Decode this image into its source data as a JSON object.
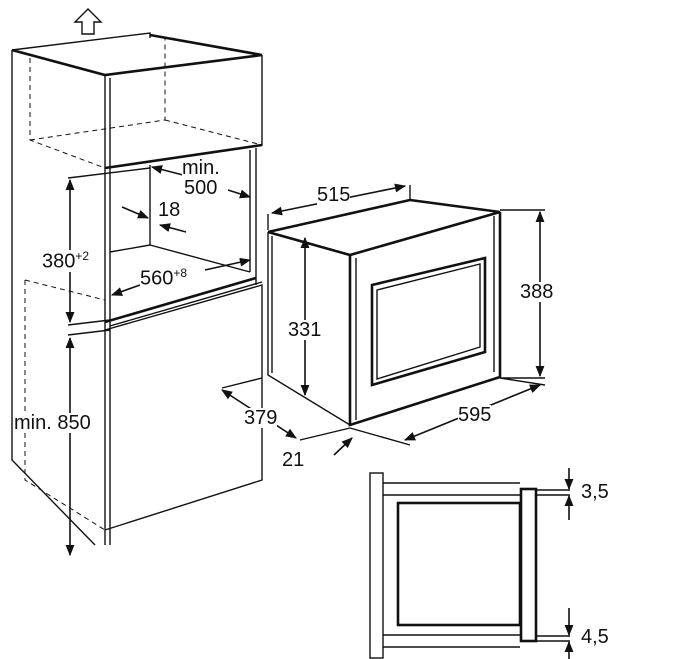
{
  "labels": {
    "min_500_prefix": "min.",
    "depth_500": "500",
    "panel_18": "18",
    "height_380": "380",
    "height_380_tol": "+2",
    "width_560": "560",
    "width_560_tol": "+8",
    "min_850": "min. 850",
    "depth_515": "515",
    "height_388": "388",
    "height_331": "331",
    "depth_379": "379",
    "width_595": "595",
    "offset_21": "21",
    "gap_top": "3,5",
    "gap_bottom": "4,5"
  },
  "icons": {
    "up_arrow": "ventilation-up-arrow"
  }
}
